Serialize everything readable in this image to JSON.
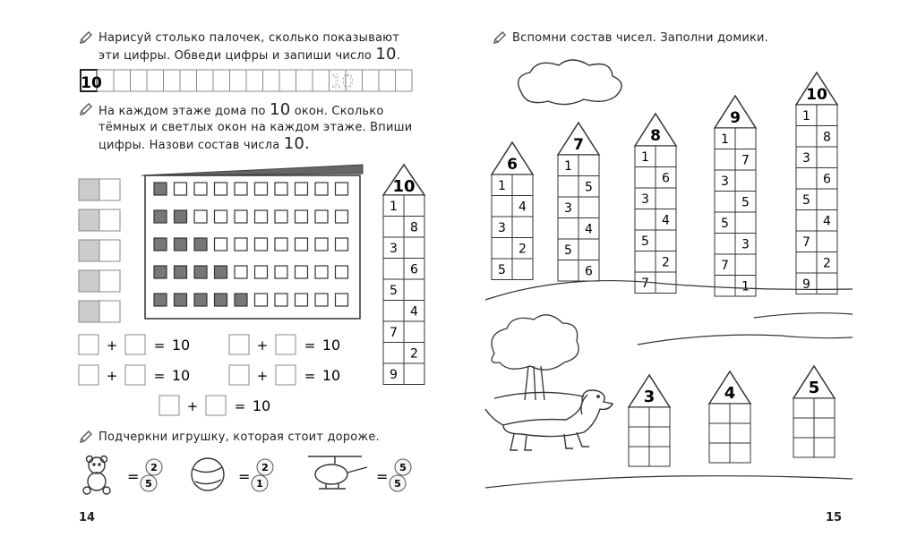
{
  "left_page": {
    "task1": {
      "text": "Нарисуй столько палочек, сколько показывают эти цифры. Обведи цифры и запиши число",
      "number": "10",
      "strip_digit": "10",
      "strip_trace": "10"
    },
    "task2": {
      "text": "На каждом этаже дома по",
      "number": "10",
      "text2": "окон. Сколько тёмных и светлых окон на каждом этаже. Впиши цифры. Назови состав числа",
      "number2": "10.",
      "house_roof": "10",
      "house_rows": [
        [
          "1",
          ""
        ],
        [
          "",
          "8"
        ],
        [
          "3",
          ""
        ],
        [
          "",
          "6"
        ],
        [
          "5",
          ""
        ],
        [
          "",
          "4"
        ],
        [
          "7",
          ""
        ],
        [
          "",
          "2"
        ],
        [
          "9",
          ""
        ]
      ],
      "dark_per_floor": [
        1,
        2,
        3,
        4,
        5
      ],
      "equation_result": "10",
      "plus": "+",
      "equals": "="
    },
    "task3": {
      "text": "Подчеркни игрушку, которая стоит дороже.",
      "toys": [
        "teddy-bear",
        "ball",
        "helicopter"
      ],
      "coins": [
        [
          "2",
          "5"
        ],
        [
          "2",
          "1"
        ],
        [
          "5",
          "5"
        ]
      ]
    },
    "page_number": "14"
  },
  "right_page": {
    "task": {
      "text": "Вспомни состав чисел. Заполни домики."
    },
    "houses": [
      {
        "roof": "6",
        "rows": [
          [
            "1",
            ""
          ],
          [
            "",
            "4"
          ],
          [
            "3",
            ""
          ],
          [
            "",
            "2"
          ],
          [
            "5",
            ""
          ]
        ]
      },
      {
        "roof": "7",
        "rows": [
          [
            "1",
            ""
          ],
          [
            "",
            "5"
          ],
          [
            "3",
            ""
          ],
          [
            "",
            "4"
          ],
          [
            "5",
            ""
          ],
          [
            "",
            "6"
          ]
        ]
      },
      {
        "roof": "8",
        "rows": [
          [
            "1",
            ""
          ],
          [
            "",
            "6"
          ],
          [
            "3",
            ""
          ],
          [
            "",
            "4"
          ],
          [
            "5",
            ""
          ],
          [
            "",
            "2"
          ],
          [
            "7",
            ""
          ]
        ]
      },
      {
        "roof": "9",
        "rows": [
          [
            "1",
            ""
          ],
          [
            "",
            "7"
          ],
          [
            "3",
            ""
          ],
          [
            "",
            "5"
          ],
          [
            "5",
            ""
          ],
          [
            "",
            "3"
          ],
          [
            "7",
            ""
          ],
          [
            "",
            "1"
          ]
        ]
      },
      {
        "roof": "10",
        "rows": [
          [
            "1",
            ""
          ],
          [
            "",
            "8"
          ],
          [
            "3",
            ""
          ],
          [
            "",
            "6"
          ],
          [
            "5",
            ""
          ],
          [
            "",
            "4"
          ],
          [
            "7",
            ""
          ],
          [
            "",
            "2"
          ],
          [
            "9",
            ""
          ]
        ]
      }
    ],
    "small_houses": [
      {
        "roof": "3"
      },
      {
        "roof": "4"
      },
      {
        "roof": "5"
      }
    ],
    "page_number": "15"
  }
}
